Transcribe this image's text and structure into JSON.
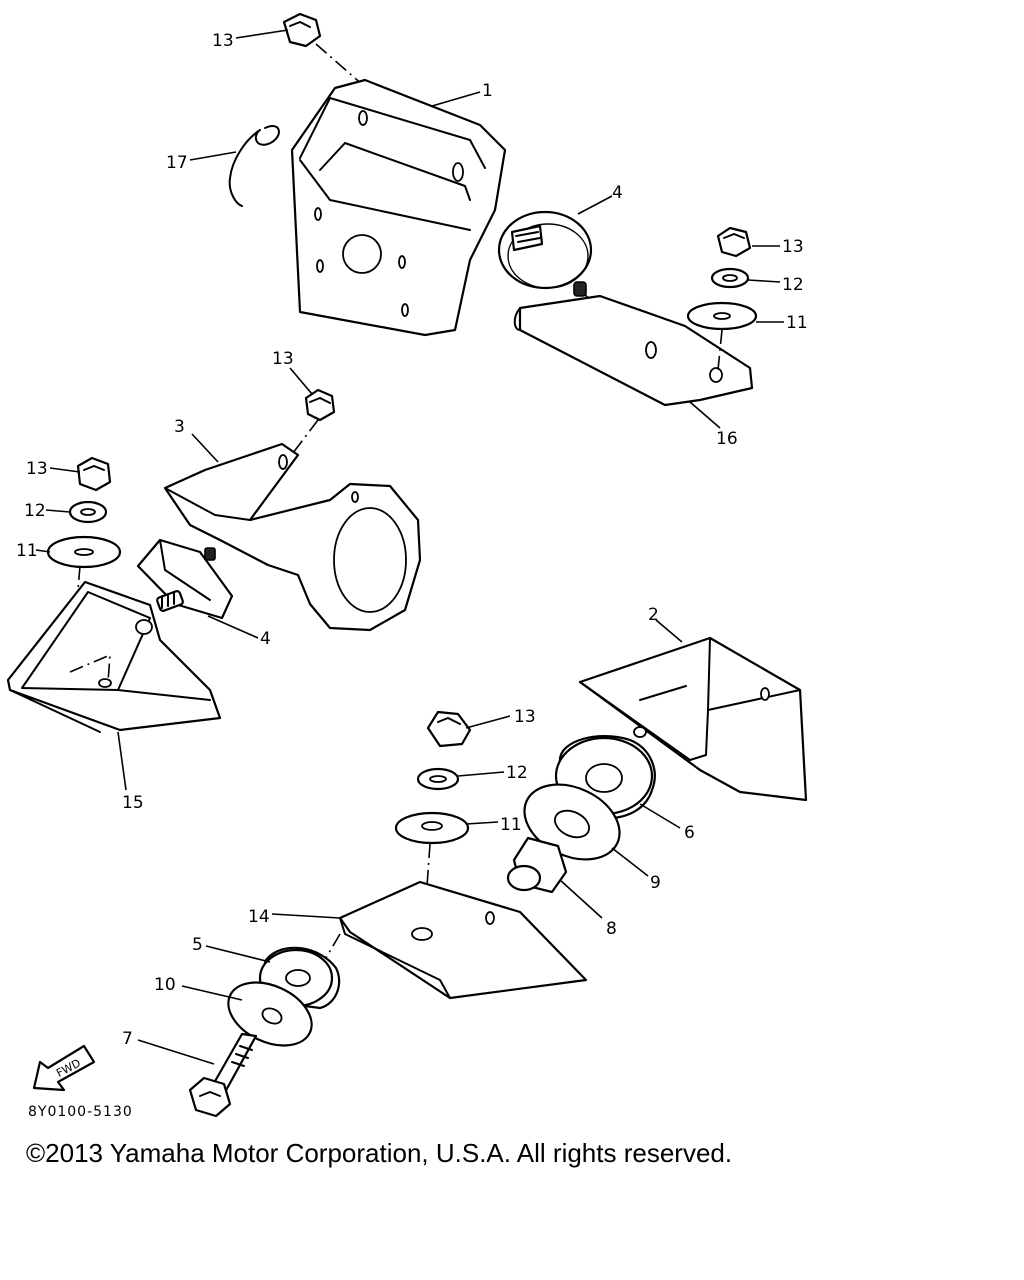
{
  "diagram": {
    "callouts": {
      "c1": "1",
      "c2": "2",
      "c3": "3",
      "c4a": "4",
      "c4b": "4",
      "c5": "5",
      "c6": "6",
      "c7": "7",
      "c8": "8",
      "c9": "9",
      "c10": "10",
      "c11a": "11",
      "c11b": "11",
      "c11c": "11",
      "c12a": "12",
      "c12b": "12",
      "c12c": "12",
      "c13a": "13",
      "c13b": "13",
      "c13c": "13",
      "c13d": "13",
      "c14": "14",
      "c15": "15",
      "c16": "16",
      "c17": "17"
    },
    "fwd_label": "FWD",
    "diagram_code": "8Y0100-5130"
  },
  "footer": {
    "copyright": "©2013 Yamaha Motor Corporation, U.S.A. All rights reserved."
  }
}
